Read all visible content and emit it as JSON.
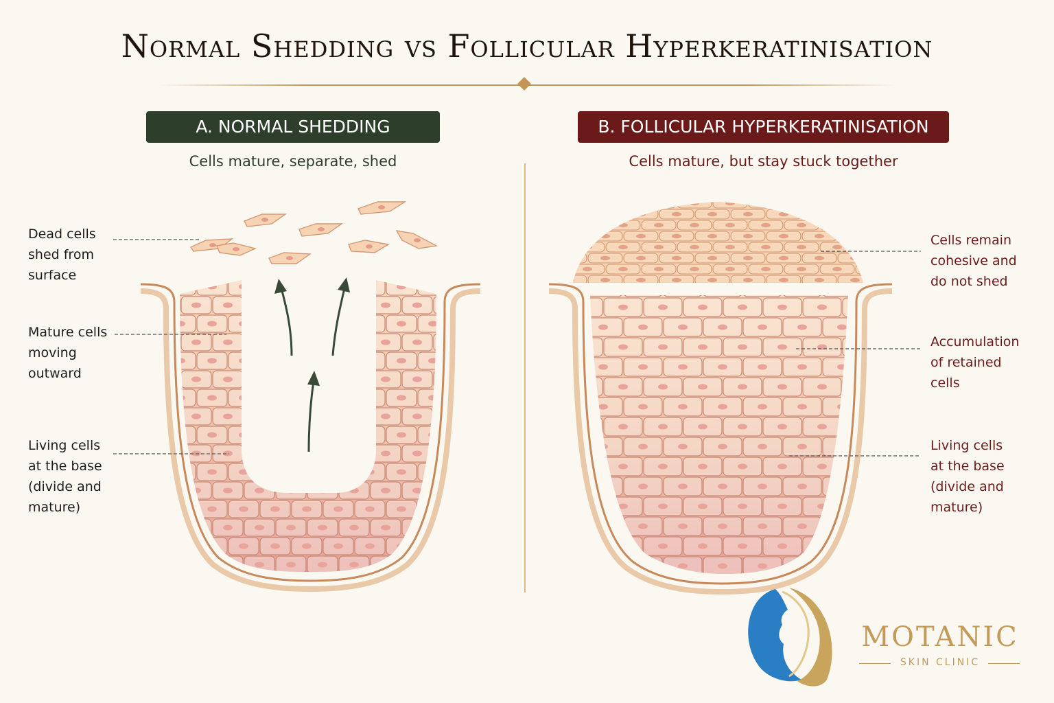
{
  "title": "Normal Shedding vs Follicular Hyperkeratinisation",
  "panel_a": {
    "heading": "A. NORMAL SHEDDING",
    "subtitle": "Cells mature, separate, shed",
    "labels": {
      "dead_cells": "Dead cells\nshed from\nsurface",
      "mature_cells": "Mature cells\nmoving\noutward",
      "living_cells": "Living cells\nat the base\n(divide and\nmature)"
    }
  },
  "panel_b": {
    "heading": "B. FOLLICULAR HYPERKERATINISATION",
    "subtitle": "Cells mature, but stay stuck together",
    "labels": {
      "cohesive": "Cells remain\ncohesive and\ndo not shed",
      "accumulation": "Accumulation\nof retained\ncells",
      "living_cells": "Living cells\nat the base\n(divide and\nmature)"
    }
  },
  "logo": {
    "name": "MOTANIC",
    "tagline": "SKIN CLINIC"
  },
  "colors": {
    "panel_a_accent": "#2d3f2b",
    "panel_b_accent": "#6b1a1a",
    "gold": "#c39a56",
    "cell_top": "#f7d7b8",
    "cell_base": "#e8a49a"
  }
}
